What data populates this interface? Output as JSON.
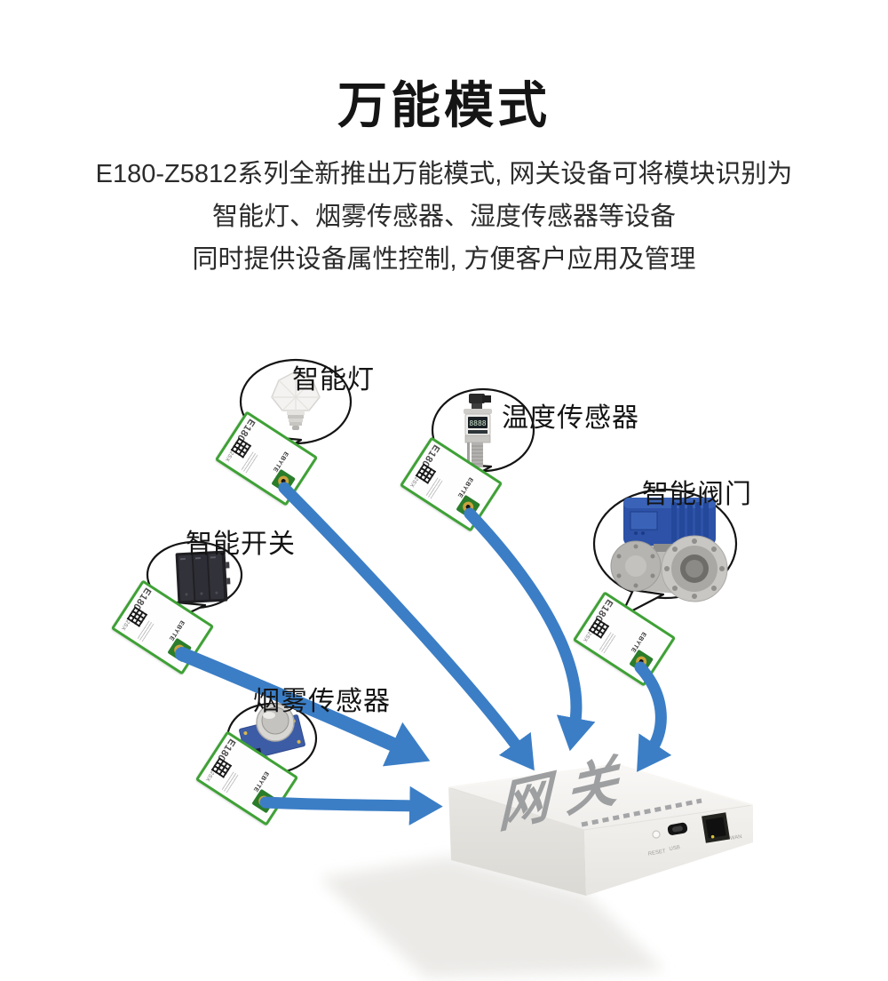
{
  "header": {
    "title": "万能模式",
    "desc_lines": [
      "E180-Z5812系列全新推出万能模式, 网关设备可将模块识别为",
      "智能灯、烟雾传感器、湿度传感器等设备",
      "同时提供设备属性控制, 方便客户应用及管理"
    ]
  },
  "devices": [
    {
      "id": "smart-light",
      "label": "智能灯"
    },
    {
      "id": "temp-sensor",
      "label": "温度传感器"
    },
    {
      "id": "smart-valve",
      "label": "智能阀门"
    },
    {
      "id": "smart-switch",
      "label": "智能开关"
    },
    {
      "id": "smoke-sensor",
      "label": "烟雾传感器"
    }
  ],
  "module": {
    "model": "E180",
    "submodel": "Z5812SX",
    "brand": "EBYTE"
  },
  "gateway": {
    "label": "网关",
    "ports": {
      "reset": "RESET",
      "usb": "USB",
      "wan": "WAN"
    }
  },
  "colors": {
    "arrow_blue": "#3b7ec6",
    "module_green": "#3fa136",
    "title_text": "#151515",
    "gateway_text": "#96989a"
  }
}
